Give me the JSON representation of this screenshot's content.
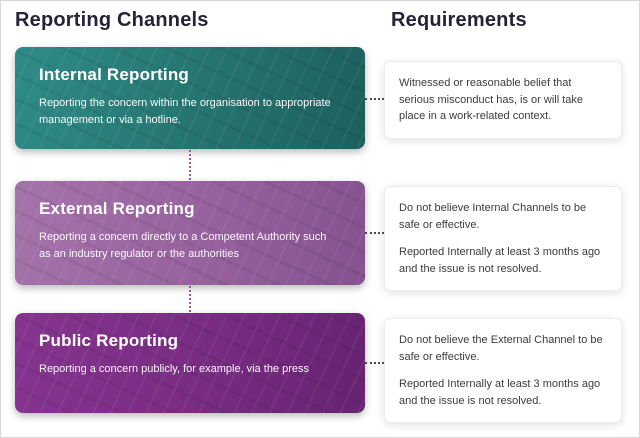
{
  "headers": {
    "channels": "Reporting Channels",
    "requirements": "Requirements"
  },
  "channels": [
    {
      "title": "Internal Reporting",
      "description": "Reporting the concern within the organisation to appropriate management or via a hotline.",
      "color": "#25736f"
    },
    {
      "title": "External Reporting",
      "description": "Reporting a concern directly to a Competent Authority such as an industry regulator or the authorities",
      "color": "#96619d"
    },
    {
      "title": "Public Reporting",
      "description": "Reporting a concern publicly, for example, via the press",
      "color": "#772c81"
    }
  ],
  "requirements": [
    {
      "paragraphs": [
        "Witnessed or reasonable belief that serious misconduct has, is or will take place in a work-related context."
      ]
    },
    {
      "paragraphs": [
        "Do not believe Internal Channels to be safe or effective.",
        "Reported Internally at least 3 months ago and the issue is not resolved."
      ]
    },
    {
      "paragraphs": [
        "Do not believe the External Channel to be safe or effective.",
        "Reported Internally at least 3 months ago and the issue is not resolved."
      ]
    }
  ],
  "connector_colors": {
    "horizontal": "#4a4a4a",
    "vertical": "#b04aa4"
  }
}
